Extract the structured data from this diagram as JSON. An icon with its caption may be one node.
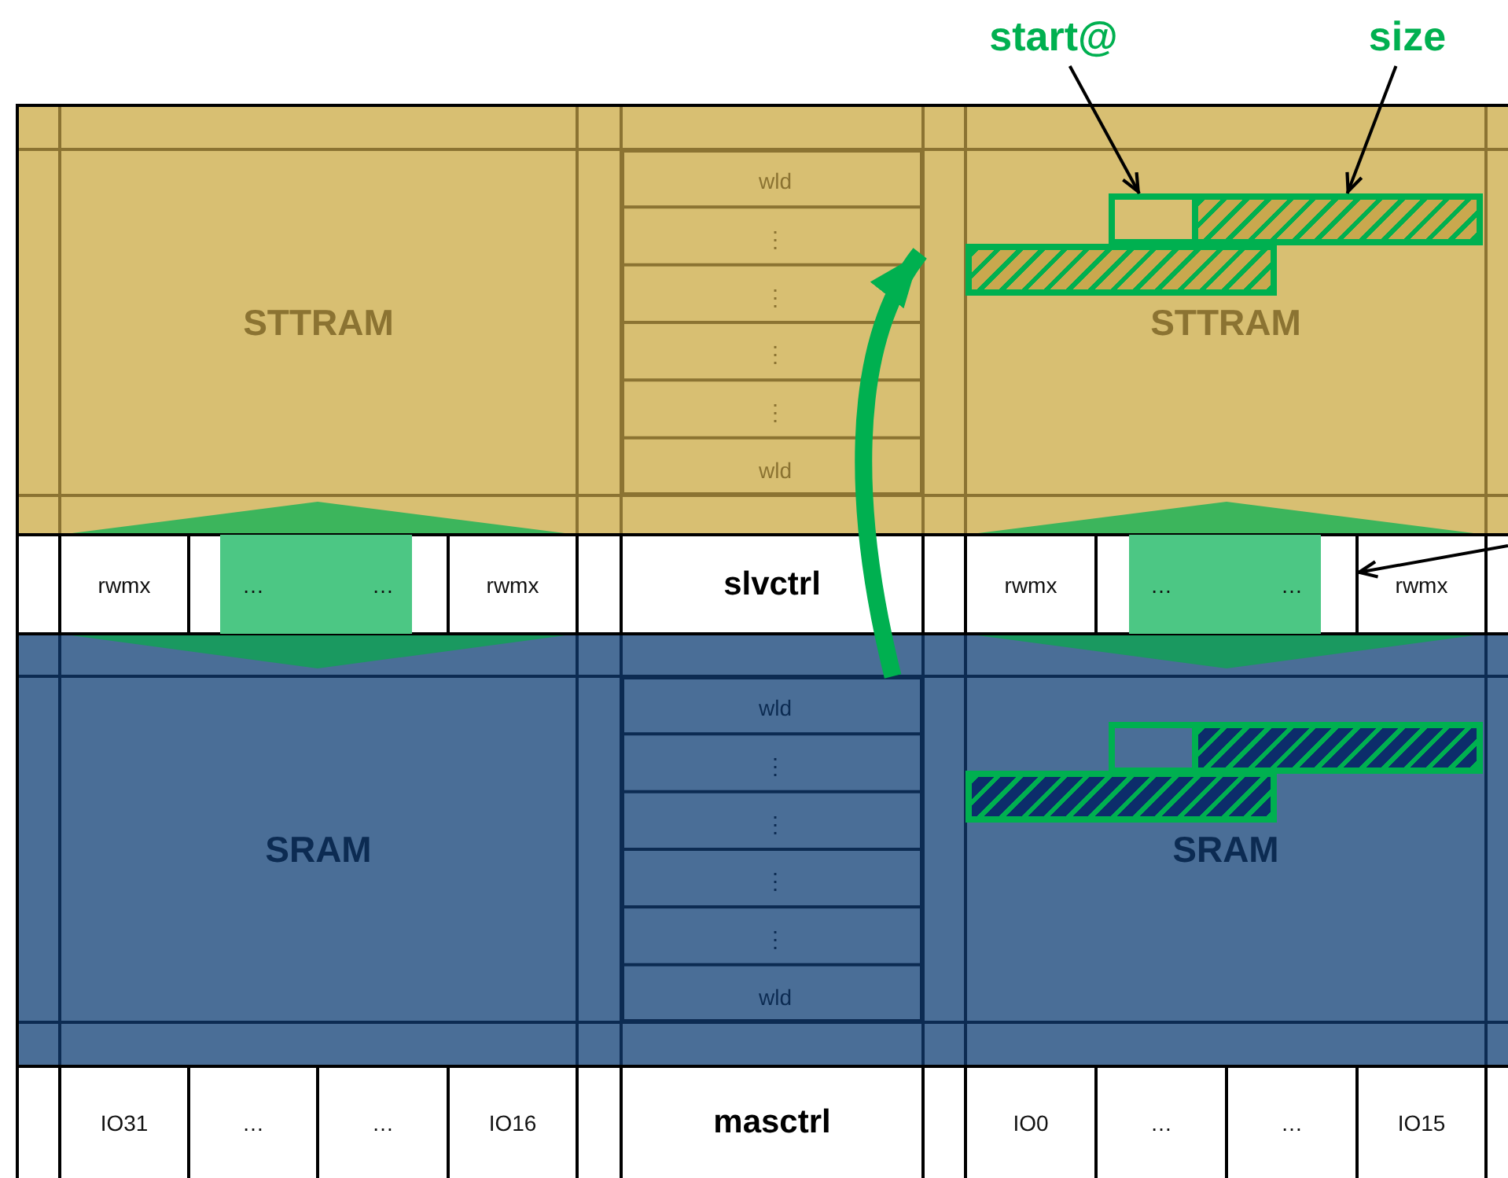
{
  "diagram": {
    "nodes": [
      {
        "text": [
          "start@"
        ]
      },
      {
        "text": [
          "size"
        ]
      },
      {
        "text": [
          "STTRAM"
        ]
      },
      {
        "text": [],
        "shape": "box"
      },
      {
        "text": [
          "wld"
        ],
        "in": 3
      },
      {
        "text": [
          "⋮"
        ],
        "in": 3
      },
      {
        "text": [
          "⋮"
        ],
        "in": 3
      },
      {
        "text": [
          "⋮"
        ],
        "in": 3
      },
      {
        "text": [
          "⋮"
        ],
        "in": 3
      },
      {
        "text": [
          "wld"
        ],
        "in": 3
      },
      {
        "text": [
          "STTRAM"
        ]
      },
      {
        "text": [],
        "shape": "box",
        "in": 10
      },
      {
        "text": [],
        "shape": "bar",
        "in": 10
      },
      {
        "text": [],
        "shape": "bar",
        "in": 10
      },
      {
        "text": [
          "rwmx"
        ]
      },
      {
        "text": [
          "…"
        ]
      },
      {
        "text": [
          "…"
        ]
      },
      {
        "text": [
          "rwmx"
        ]
      },
      {
        "text": [
          "slvctrl"
        ]
      },
      {
        "text": [
          "rwmx"
        ]
      },
      {
        "text": [
          "…"
        ]
      },
      {
        "text": [
          "…"
        ]
      },
      {
        "text": [
          "rwmx"
        ]
      },
      {
        "text": [
          "SRAM"
        ]
      },
      {
        "text": [],
        "shape": "box"
      },
      {
        "text": [
          "wld"
        ],
        "in": 24
      },
      {
        "text": [
          "⋮"
        ],
        "in": 24
      },
      {
        "text": [
          "⋮"
        ],
        "in": 24
      },
      {
        "text": [
          "⋮"
        ],
        "in": 24
      },
      {
        "text": [
          "⋮"
        ],
        "in": 24
      },
      {
        "text": [
          "wld"
        ],
        "in": 24
      },
      {
        "text": [
          "SRAM"
        ]
      },
      {
        "text": [],
        "shape": "box",
        "in": 31
      },
      {
        "text": [],
        "shape": "bar",
        "in": 31
      },
      {
        "text": [],
        "shape": "bar",
        "in": 31
      },
      {
        "text": [
          "IO31"
        ]
      },
      {
        "text": [
          "…"
        ]
      },
      {
        "text": [
          "…"
        ]
      },
      {
        "text": [
          "IO16"
        ]
      },
      {
        "text": [
          "masctrl"
        ]
      },
      {
        "text": [
          "IO0"
        ]
      },
      {
        "text": [
          "…"
        ]
      },
      {
        "text": [
          "…"
        ]
      },
      {
        "text": [
          "IO15"
        ]
      }
    ],
    "edges": [
      {
        "from": 0,
        "to": 11,
        "arrow": "to"
      },
      {
        "from": 1,
        "to": 12,
        "arrow": "to"
      },
      {
        "from": null,
        "to": 21,
        "arrow": "to"
      },
      {
        "from": 24,
        "to": 3,
        "arrow": "to",
        "style": "thick",
        "color": "#00b050"
      }
    ]
  }
}
